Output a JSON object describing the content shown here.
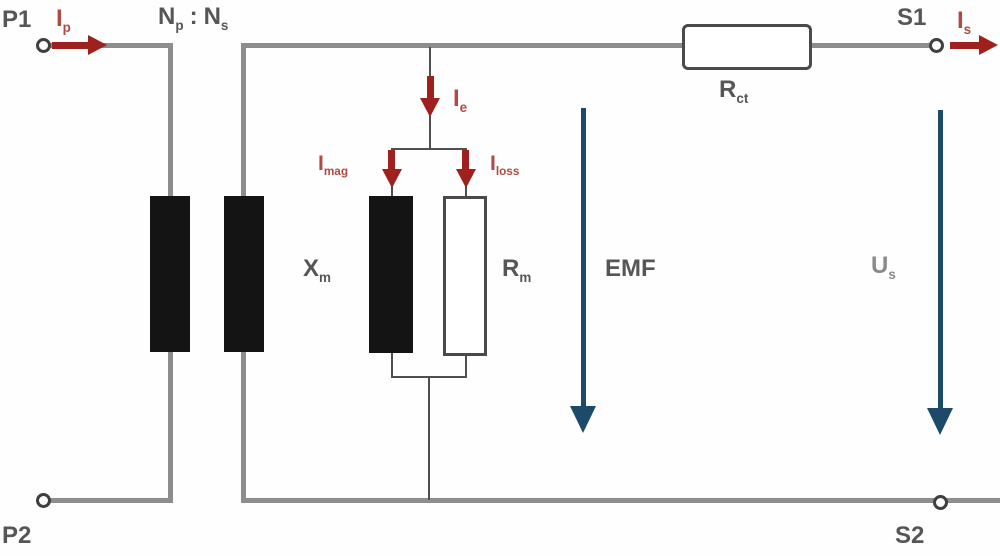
{
  "terminals": {
    "p1": "P1",
    "p2": "P2",
    "s1": "S1",
    "s2": "S2"
  },
  "labels": {
    "turns_ratio": {
      "n1": "N",
      "n1_sub": "p",
      "sep": ":",
      "n2": "N",
      "n2_sub": "s"
    },
    "ip": {
      "base": "I",
      "sub": "p"
    },
    "is": {
      "base": "I",
      "sub": "s"
    },
    "ie": {
      "base": "I",
      "sub": "e"
    },
    "imag": {
      "base": "I",
      "sub": "mag"
    },
    "iloss": {
      "base": "I",
      "sub": "loss"
    },
    "xm": {
      "base": "X",
      "sub": "m"
    },
    "rm": {
      "base": "R",
      "sub": "m"
    },
    "rct": {
      "base": "R",
      "sub": "ct"
    },
    "emf": "EMF",
    "us": {
      "base": "U",
      "sub": "s"
    }
  },
  "colors": {
    "wire": "#8d8d8d",
    "branch_wire": "#4f4f4f",
    "component_fill": "#141414",
    "current_arrow": "#9e211d",
    "current_label": "#b04a44",
    "phasor_arrow": "#1d4a68",
    "label": "#565656"
  }
}
